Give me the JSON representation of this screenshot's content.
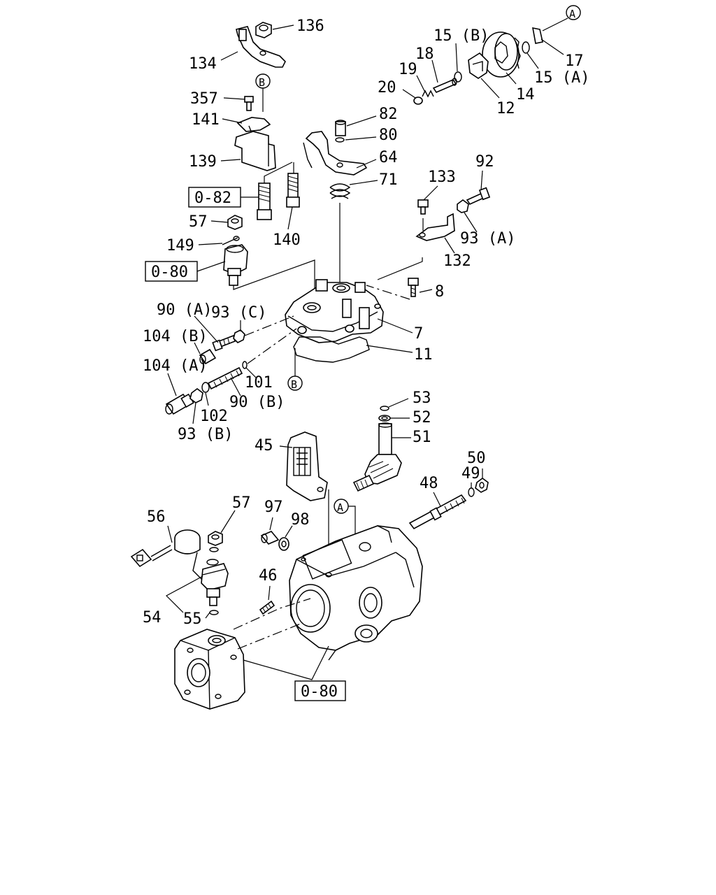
{
  "labels": {
    "p136": "136",
    "p134": "134",
    "p357": "357",
    "p141": "141",
    "p139": "139",
    "p140": "140",
    "p57a": "57",
    "p149": "149",
    "p90a": "90 (A)",
    "p93c": "93 (C)",
    "p104b": "104 (B)",
    "p104a": "104 (A)",
    "p101": "101",
    "p90b": "90 (B)",
    "p102": "102",
    "p93b": "93 (B)",
    "p15b": "15 (B)",
    "p18": "18",
    "p19": "19",
    "p20": "20",
    "p12": "12",
    "p14": "14",
    "p15a": "15 (A)",
    "p17": "17",
    "p82": "82",
    "p80": "80",
    "p64": "64",
    "p71": "71",
    "p133": "133",
    "p92": "92",
    "p93a": "93 (A)",
    "p132": "132",
    "p8": "8",
    "p7": "7",
    "p11": "11",
    "p53": "53",
    "p52": "52",
    "p51": "51",
    "p45": "45",
    "p50": "50",
    "p49": "49",
    "p48": "48",
    "p56": "56",
    "p57b": "57",
    "p97": "97",
    "p98": "98",
    "p46": "46",
    "p54": "54",
    "p55": "55"
  },
  "refs": {
    "ref082": "0-82",
    "ref080a": "0-80",
    "ref080b": "0-80"
  },
  "markers": {
    "a_top": "A",
    "b_top": "B",
    "b_bottom": "B",
    "a_mid": "A"
  }
}
